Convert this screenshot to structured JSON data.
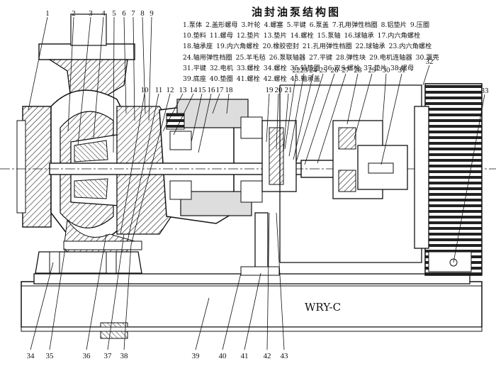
{
  "title": "油封油泵结构图",
  "model": "WRY-C",
  "legend_rows": [
    [
      "1.泵体",
      "2.盖形螺母",
      "3.叶轮",
      "4.螺塞",
      "5.平键",
      "6.泵盖",
      "7.孔用弹性档圈",
      "8.铝垫片",
      "9.压圈"
    ],
    [
      "10.垫料",
      "11.螺母",
      "12.垫片",
      "13.垫片",
      "14.螺栓",
      "15.泵轴",
      "16.球轴承",
      "17.内六角螺栓"
    ],
    [
      "18.轴承座",
      "19.内六角螺栓",
      "20.橡胶密封",
      "21.孔用弹性档圈",
      "22.球轴承",
      "23.内六角螺栓"
    ],
    [
      "24.轴用弹性档圈",
      "25.羊毛毡",
      "26.泵联轴器",
      "27.平键",
      "28.弹性块",
      "29.电机连轴器",
      "30.罩壳"
    ],
    [
      "31.平键",
      "32.电机",
      "33.螺栓",
      "34.螺栓",
      "35.铅垫圈",
      "36.双头螺栓",
      "37.垫片",
      "38.螺母"
    ],
    [
      "39.底座",
      "40.垫圈",
      "41.螺栓",
      "42.螺栓",
      "43.轴承盖"
    ]
  ],
  "callouts_top": [
    "1",
    "2",
    "3",
    "4",
    "5",
    "6",
    "7",
    "8",
    "9"
  ],
  "callouts_mid": [
    "10",
    "11",
    "12",
    "13",
    "14",
    "15",
    "16",
    "17",
    "18"
  ],
  "callouts_mid2": [
    "19",
    "20",
    "21"
  ],
  "callouts_right": [
    "22",
    "23",
    "24",
    "25",
    "26",
    "27",
    "28",
    "29",
    "30",
    "31"
  ],
  "callout_motor": "32",
  "callout_bolt": "33",
  "callouts_bottom": [
    "34",
    "35",
    "36",
    "37",
    "38",
    "39",
    "40",
    "41",
    "42",
    "43"
  ]
}
